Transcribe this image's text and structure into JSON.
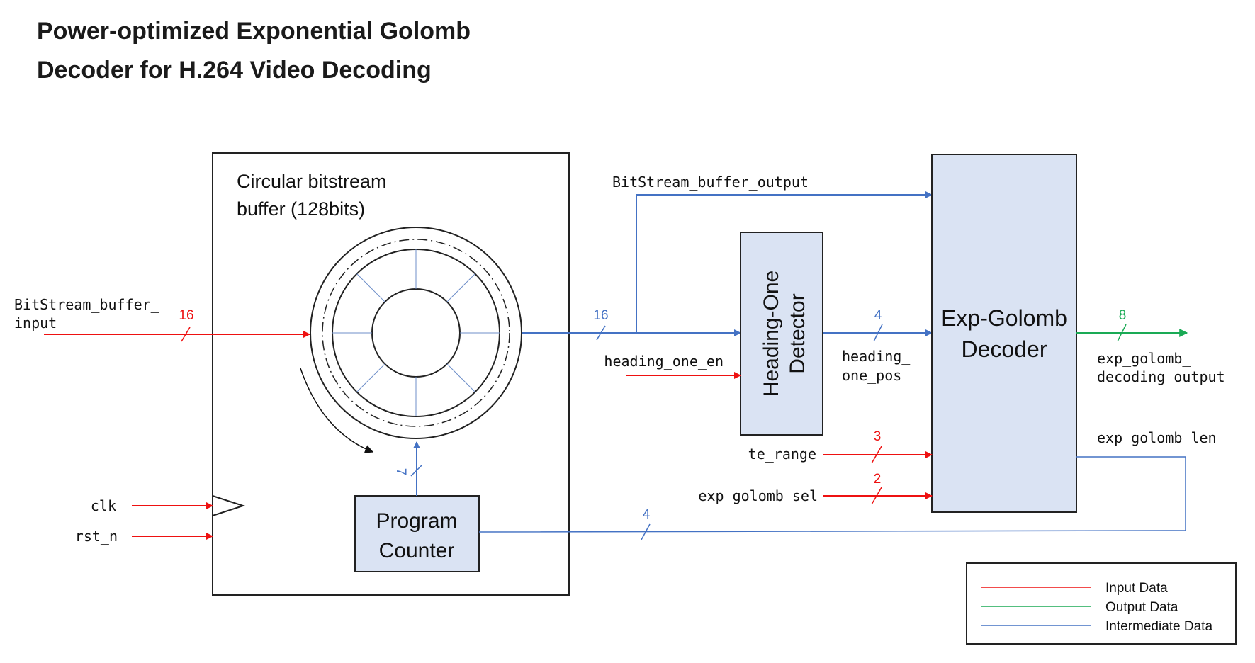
{
  "title": {
    "line1": "Power-optimized Exponential Golomb",
    "line2": "Decoder for H.264 Video Decoding"
  },
  "colors": {
    "input": "#ee1111",
    "output": "#1aaa55",
    "intermediate": "#4472c4",
    "block_fill": "#dae3f3",
    "outline": "#222222"
  },
  "blocks": {
    "buffer_title_1": "Circular bitstream",
    "buffer_title_2": "buffer (128bits)",
    "program_counter_1": "Program",
    "program_counter_2": "Counter",
    "heading_one_1": "Heading-One",
    "heading_one_2": "Detector",
    "exp_golomb_1": "Exp-Golomb",
    "exp_golomb_2": "Decoder"
  },
  "signals": {
    "bitstream_input_1": "BitStream_buffer_",
    "bitstream_input_2": "input",
    "bitstream_output": "BitStream_buffer_output",
    "heading_one_en": "heading_one_en",
    "heading_one_pos_1": "heading_",
    "heading_one_pos_2": "one_pos",
    "te_range": "te_range",
    "exp_golomb_sel": "exp_golomb_sel",
    "clk": "clk",
    "rst_n": "rst_n",
    "decoding_output_1": "exp_golomb_",
    "decoding_output_2": "decoding_output",
    "exp_golomb_len": "exp_golomb_len"
  },
  "bus_widths": {
    "input": "16",
    "buffer_out": "16",
    "pos": "4",
    "output": "8",
    "te_range": "3",
    "sel": "2",
    "len": "4",
    "pc": "7"
  },
  "legend": {
    "input": "Input Data",
    "output": "Output Data",
    "intermediate": "Intermediate Data"
  }
}
